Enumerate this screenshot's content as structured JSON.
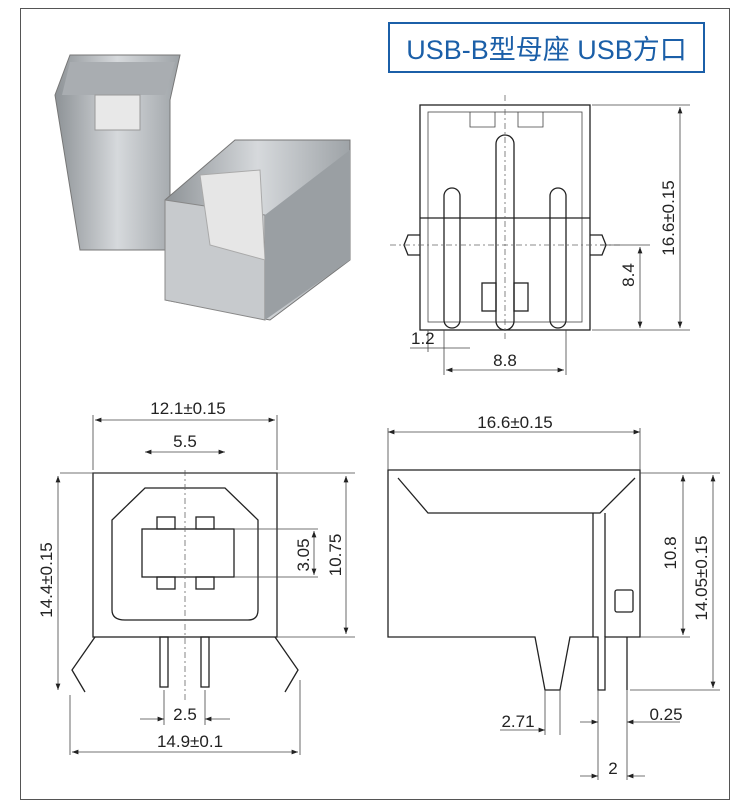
{
  "title": "USB-B型母座 USB方口",
  "colors": {
    "accent": "#1b5fa8",
    "metal": "#b8bcc0",
    "insulator": "#e6e6e6"
  },
  "top_view": {
    "height": "16.6±0.15",
    "pin_height": "8.4",
    "offset": "1.2",
    "pin_span": "8.8"
  },
  "front_view": {
    "body_width": "12.1±0.15",
    "plug_width": "5.5",
    "total_height": "14.4±0.15",
    "slot_height": "3.05",
    "body_height": "10.75",
    "pin_pitch": "2.5",
    "leg_span": "14.9±0.1"
  },
  "side_view": {
    "length": "16.6±0.15",
    "height": "10.8",
    "total_height": "14.05±0.15",
    "peg_width": "2.71",
    "pin_thickness": "0.25",
    "pin_offset": "2"
  }
}
